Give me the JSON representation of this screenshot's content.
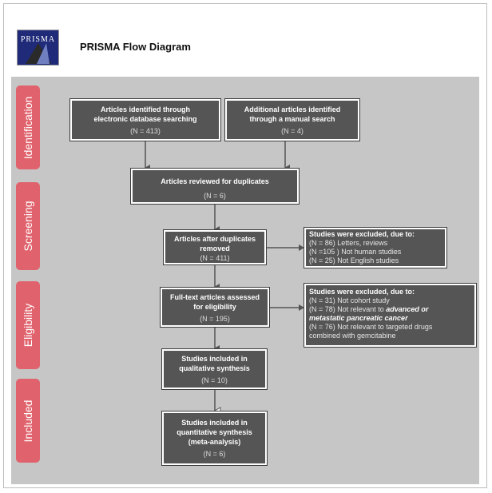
{
  "header": {
    "logo_text": "PRISMA",
    "title": "PRISMA Flow Diagram"
  },
  "stages": {
    "identification": "Identification",
    "screening": "Screening",
    "eligibility": "Eligibility",
    "included": "Included"
  },
  "boxes": {
    "database": {
      "line1": "Articles identified through",
      "line2": "electronic database searching",
      "count": "(N = 413)"
    },
    "manual": {
      "line1": "Additional articles identified",
      "line2": "through a manual search",
      "count": "(N = 4)"
    },
    "duplicates": {
      "line1": "Articles reviewed for duplicates",
      "count": "(N = 6)"
    },
    "after_duplicates": {
      "line1": "Articles after duplicates",
      "line2": "removed",
      "count": "(N = 411)"
    },
    "fulltext": {
      "line1": "Full-text articles assessed",
      "line2": "for eligibility",
      "count": "(N = 195)"
    },
    "qualitative": {
      "line1": "Studies included in",
      "line2": "qualitative synthesis",
      "count": "(N = 10)"
    },
    "quantitative": {
      "line1": "Studies included in",
      "line2": "quantitative synthesis",
      "line3": "(meta-analysis)",
      "count": "(N = 6)"
    }
  },
  "exclusions": {
    "screening": {
      "heading": "Studies were excluded, due to:",
      "items": [
        "(N = 86) Letters, reviews",
        "(N =105 ) Not human studies",
        "(N = 25) Not English studies"
      ]
    },
    "eligibility": {
      "heading": "Studies were excluded, due to:",
      "item1": "(N = 31) Not cohort study",
      "item2_prefix": "(N = 78) Not relevant to ",
      "item2_emph1": "advanced or",
      "item2_emph2": "metastatic pancreatic cancer",
      "item3_line1": "(N = 76) Not relevant to targeted drugs",
      "item3_line2": "combined with gemcitabine"
    }
  },
  "colors": {
    "stage_bar": "#e0626c",
    "box_fill": "#555555",
    "panel": "#c6c6c6",
    "connector": "#555555"
  }
}
